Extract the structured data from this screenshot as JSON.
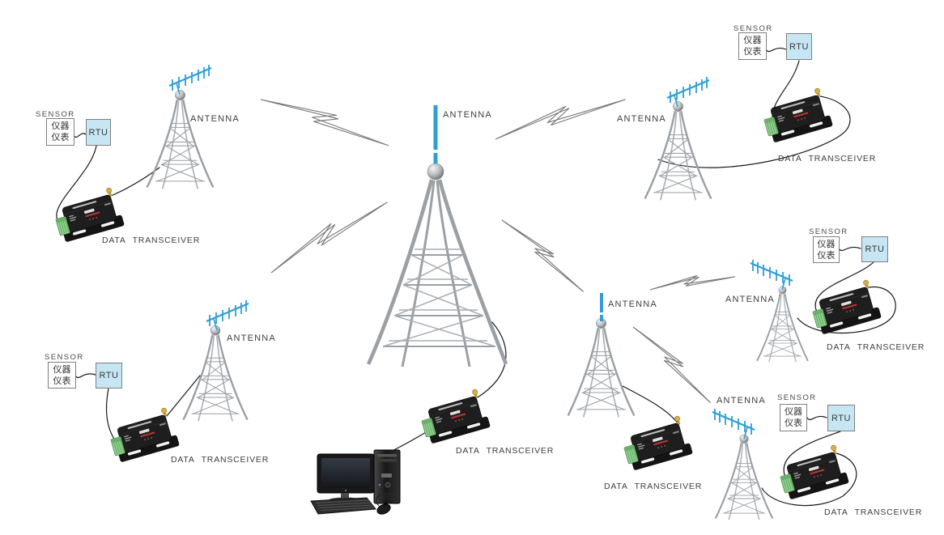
{
  "diagram": {
    "type": "wireless-data-transceiver-network-topology",
    "labels": {
      "sensor": "SENSOR",
      "instrument_line1": "仪器",
      "instrument_line2": "仪表",
      "rtu": "RTU",
      "antenna": "ANTENNA",
      "data_transceiver": "DATA TRANSCEIVER"
    },
    "colors": {
      "antenna_blue": "#2D9FD6",
      "tower_gray": "#9BA0A5",
      "rtu_box_fill": "#C7E6F4",
      "box_border": "#7F7F7F",
      "label_text": "#3F3F3F",
      "device_body": "#1E1E1E",
      "terminal_green": "#8CCF8C",
      "sma_gold": "#C9A03C",
      "wire_black": "#1A1A1A",
      "bolt_gray": "#777777"
    },
    "sites": {
      "center": [
        "antenna-mast",
        "data-transceiver",
        "computer"
      ],
      "top_left": [
        "sensor",
        "rtu",
        "data-transceiver",
        "antenna-tower"
      ],
      "top_right": [
        "sensor",
        "rtu",
        "data-transceiver",
        "antenna-tower"
      ],
      "middle_right": [
        "sensor",
        "rtu",
        "data-transceiver",
        "antenna-tower"
      ],
      "bottom_left": [
        "sensor",
        "rtu",
        "data-transceiver",
        "antenna-tower"
      ],
      "bottom_middle": [
        "data-transceiver",
        "antenna-tower"
      ],
      "bottom_right": [
        "sensor",
        "rtu",
        "data-transceiver",
        "antenna-tower"
      ]
    }
  }
}
